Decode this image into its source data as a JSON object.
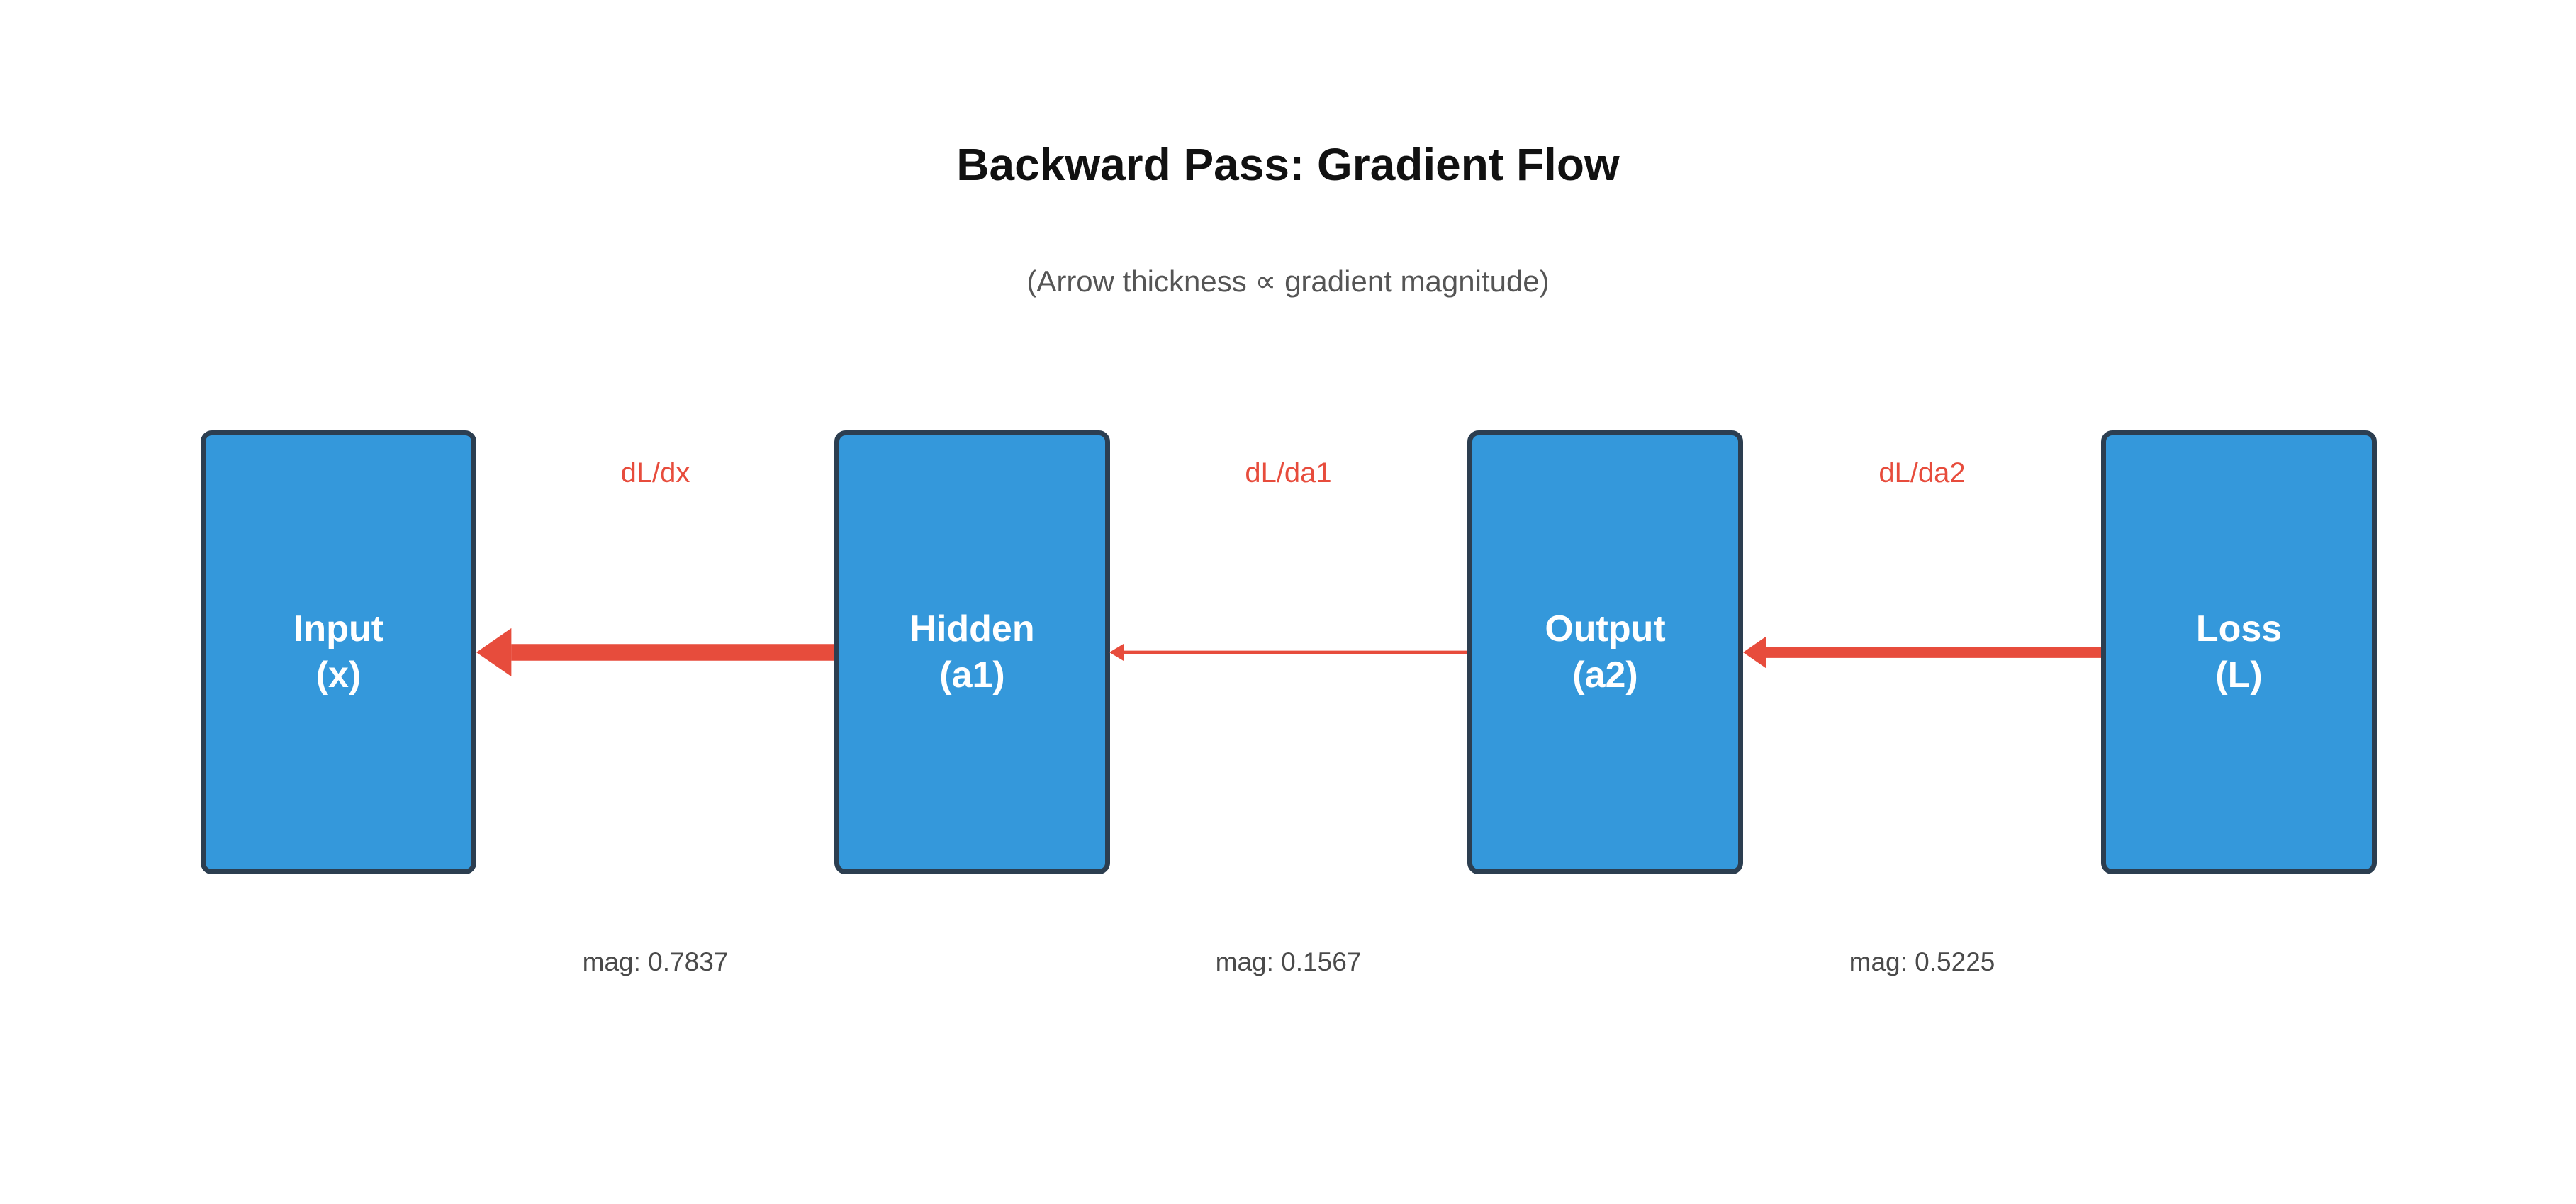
{
  "title": "Backward Pass: Gradient Flow",
  "subtitle": "(Arrow thickness ∝ gradient magnitude)",
  "colors": {
    "node_fill": "#3498db",
    "node_border": "#2c3e50",
    "arrow": "#e74c3c",
    "gradient_label_text": "#e74c3c",
    "magnitude_text": "#4a4a4a",
    "node_text": "#ffffff"
  },
  "nodes": [
    {
      "name": "Input",
      "var": "(x)"
    },
    {
      "name": "Hidden",
      "var": "(a1)"
    },
    {
      "name": "Output",
      "var": "(a2)"
    },
    {
      "name": "Loss",
      "var": "(L)"
    }
  ],
  "gradients": [
    {
      "label": "dL/dx",
      "magnitude": 0.7837,
      "mag_text": "mag: 0.7837"
    },
    {
      "label": "dL/da1",
      "magnitude": 0.1567,
      "mag_text": "mag: 0.1567"
    },
    {
      "label": "dL/da2",
      "magnitude": 0.5225,
      "mag_text": "mag: 0.5225"
    }
  ]
}
